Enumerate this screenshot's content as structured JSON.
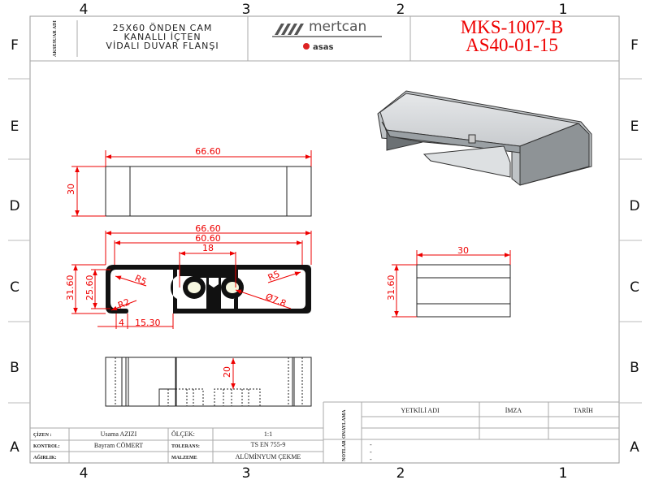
{
  "sheet": {
    "columns": [
      "4",
      "3",
      "2",
      "1"
    ],
    "rows": [
      "F",
      "E",
      "D",
      "C",
      "B",
      "A"
    ]
  },
  "title_block": {
    "side_label": "AKSESUAR ADI",
    "part_name_lines": [
      "25X60 ÖNDEN CAM",
      "KANALLI İÇTEN",
      "VİDALI DUVAR FLANŞI"
    ],
    "logo_main": "mertcan",
    "logo_secondary": "asas",
    "part_numbers": [
      "MKS-1007-B",
      "AS40-01-15"
    ]
  },
  "dimensions": {
    "top_view": {
      "width": "66.60",
      "height": "30"
    },
    "section": {
      "overall": "66.60",
      "inner": "60.60",
      "hole_spacing": "18",
      "height": "31.60",
      "inner_height": "25.60",
      "radius_left": "R5",
      "radius_right": "R5",
      "radius_lip": "R2",
      "hole_dia": "Ø7.8",
      "lip": "4",
      "offset": "15.30"
    },
    "side_view": {
      "width": "30",
      "height": "31.60"
    },
    "bottom_view": {
      "slot_depth": "20"
    }
  },
  "approval": {
    "section_label": "ONAYLAMA",
    "notes_label": "NOTLAR",
    "headers": [
      "YETKİLİ ADI",
      "İMZA",
      "TARİH"
    ],
    "notes": [
      "-",
      "-",
      "-"
    ]
  },
  "info": [
    {
      "label": "ÇİZEN :",
      "value": "Usama AZIZI",
      "label2": "ÖLÇEK:",
      "value2": "1:1"
    },
    {
      "label": "KONTROL:",
      "value": "Bayram CÖMERT",
      "label2": "TOLERANS:",
      "value2": "TS EN 755-9"
    },
    {
      "label": "AĞIRLIK:",
      "value": "",
      "label2": "MALZEME",
      "value2": "ALÜMİNYUM ÇEKME"
    }
  ],
  "colors": {
    "dimension": "#e00000",
    "part_number": "#e00000"
  }
}
